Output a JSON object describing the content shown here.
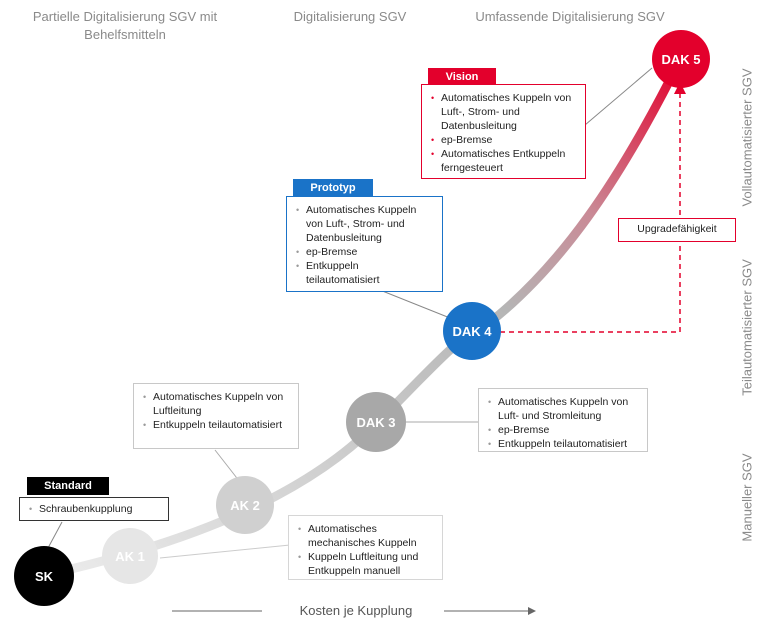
{
  "columns": {
    "left": "Partielle Digitalisierung SGV mit Behelfsmitteln",
    "mid": "Digitalisierung SGV",
    "right": "Umfassende Digitalisierung SGV"
  },
  "side_labels": {
    "top": "Vollautomatisierter SGV",
    "middle": "Teilautomatisierter SGV",
    "bottom": "Manueller SGV"
  },
  "nodes": {
    "sk": "SK",
    "ak1": "AK 1",
    "ak2": "AK 2",
    "dak3": "DAK 3",
    "dak4": "DAK 4",
    "dak5": "DAK 5"
  },
  "tags": {
    "vision": "Vision",
    "prototyp": "Prototyp",
    "standard": "Standard"
  },
  "boxes": {
    "vision": [
      "Automatisches Kuppeln von Luft-, Strom- und Datenbusleitung",
      "ep-Bremse",
      "Automatisches Entkuppeln ferngesteuert"
    ],
    "prototyp": [
      "Automatisches Kuppeln von Luft-, Strom- und Datenbusleitung",
      "ep-Bremse",
      "Entkuppeln teilautomatisiert"
    ],
    "ak2": [
      "Automatisches Kuppeln von Luftleitung",
      "Entkuppeln teilautomatisiert"
    ],
    "dak3": [
      "Automatisches Kuppeln von Luft- und Stromleitung",
      "ep-Bremse",
      "Entkuppeln teilautomatisiert"
    ],
    "ak1": [
      "Automatisches mechanisches Kuppeln",
      "Kuppeln Luftleitung und Entkuppeln manuell"
    ],
    "standard": [
      "Schraubenkupplung"
    ]
  },
  "upgrade": "Upgradefähigkeit",
  "cost_label": "Kosten je Kupplung",
  "colors": {
    "red": "#e3002c",
    "blue": "#1a73c8",
    "black": "#000000",
    "grey": "#9a9a9a"
  }
}
